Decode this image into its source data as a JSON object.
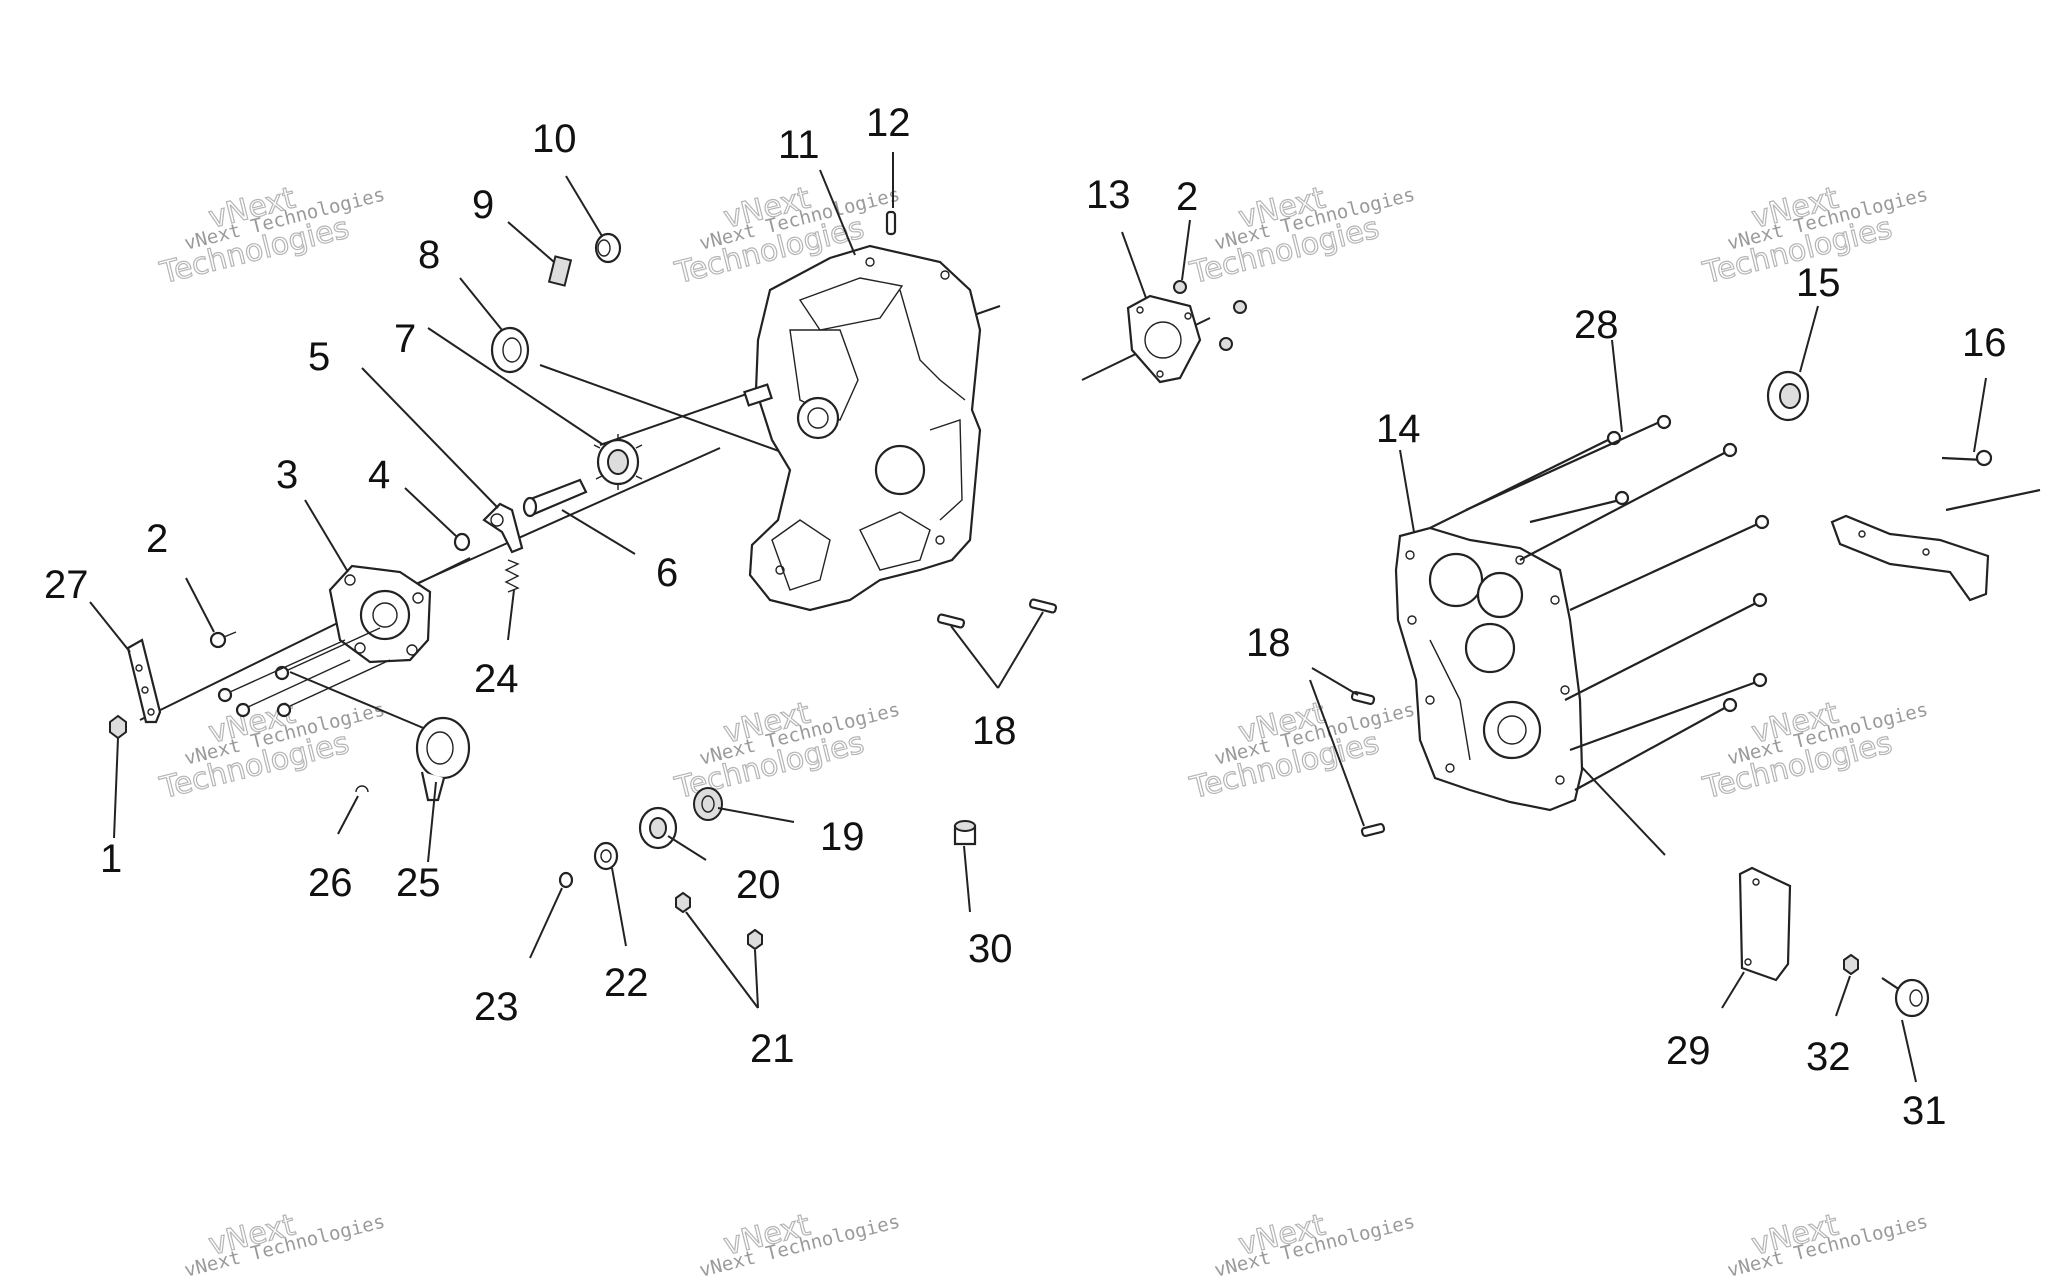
{
  "watermark": {
    "brand": "vNext Technologies",
    "line1": "vNext",
    "line2": "Technologies"
  },
  "callouts": [
    "1",
    "2",
    "3",
    "4",
    "5",
    "6",
    "7",
    "8",
    "9",
    "10",
    "11",
    "12",
    "13",
    "2",
    "14",
    "15",
    "16",
    "18",
    "18",
    "19",
    "20",
    "21",
    "22",
    "23",
    "24",
    "25",
    "26",
    "27",
    "28",
    "29",
    "30",
    "31",
    "32"
  ]
}
